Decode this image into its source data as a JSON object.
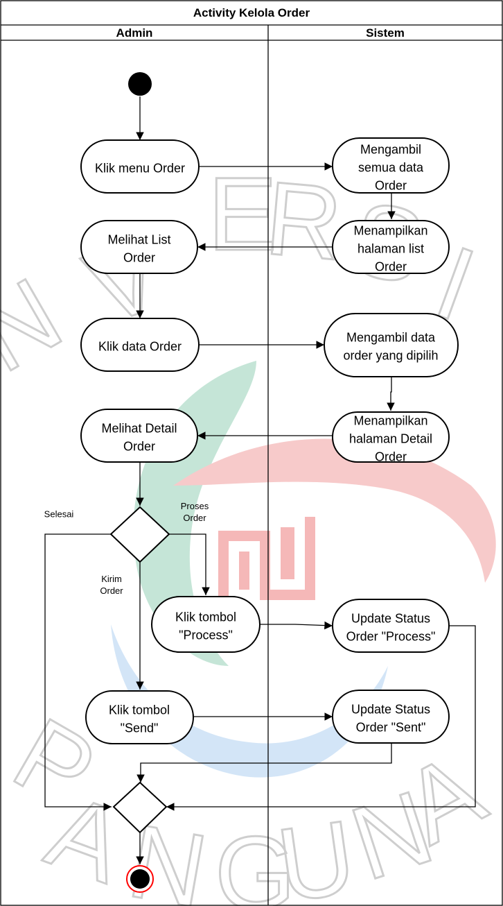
{
  "diagram": {
    "title": "Activity Kelola Order",
    "lanes": {
      "admin": "Admin",
      "sistem": "Sistem"
    },
    "activities": {
      "klik_menu_order": [
        "Klik menu Order"
      ],
      "mengambil_semua": [
        "Mengambil",
        "semua data",
        "Order"
      ],
      "menampilkan_list": [
        "Menampilkan",
        "halaman list",
        "Order"
      ],
      "melihat_list": [
        "Melihat List",
        "Order"
      ],
      "klik_data_order": [
        "Klik data Order"
      ],
      "mengambil_dipilih": [
        "Mengambil data",
        "order yang dipilih"
      ],
      "menampilkan_detail": [
        "Menampilkan",
        "halaman Detail",
        "Order"
      ],
      "melihat_detail": [
        "Melihat Detail",
        "Order"
      ],
      "klik_process": [
        "Klik tombol",
        "\"Process\""
      ],
      "update_process": [
        "Update Status",
        "Order \"Process\""
      ],
      "klik_send": [
        "Klik tombol",
        "\"Send\""
      ],
      "update_sent": [
        "Update Status",
        "Order \"Sent\""
      ]
    },
    "guards": {
      "selesai": [
        "Selesai"
      ],
      "proses": [
        "Proses",
        "Order"
      ],
      "kirim": [
        "Kirim",
        "Order"
      ]
    },
    "colors": {
      "stroke": "#000000",
      "final_ring": "#ff0000",
      "watermark_teal": "#bfe3d3",
      "watermark_red": "#f6c4c4",
      "watermark_blue": "#cfe3f6"
    }
  }
}
